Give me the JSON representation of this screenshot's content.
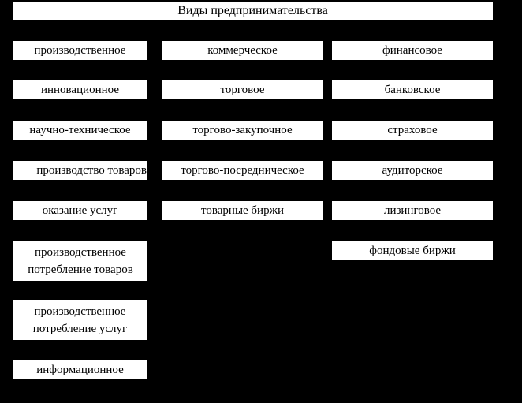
{
  "title": "Виды предпринимательства",
  "columns": [
    {
      "items": [
        "производственное",
        "инновационное",
        "научно-техническое",
        "производство товаров",
        "оказание услуг",
        "производственное потребление товаров",
        "производственное потребление услуг",
        "информационное"
      ]
    },
    {
      "items": [
        "коммерческое",
        "торговое",
        "торгово-закупочное",
        "торгово-посредническое",
        "товарные биржи"
      ]
    },
    {
      "items": [
        "финансовое",
        "банковское",
        "страховое",
        "аудиторское",
        "лизинговое",
        "фондовые биржи"
      ]
    }
  ]
}
